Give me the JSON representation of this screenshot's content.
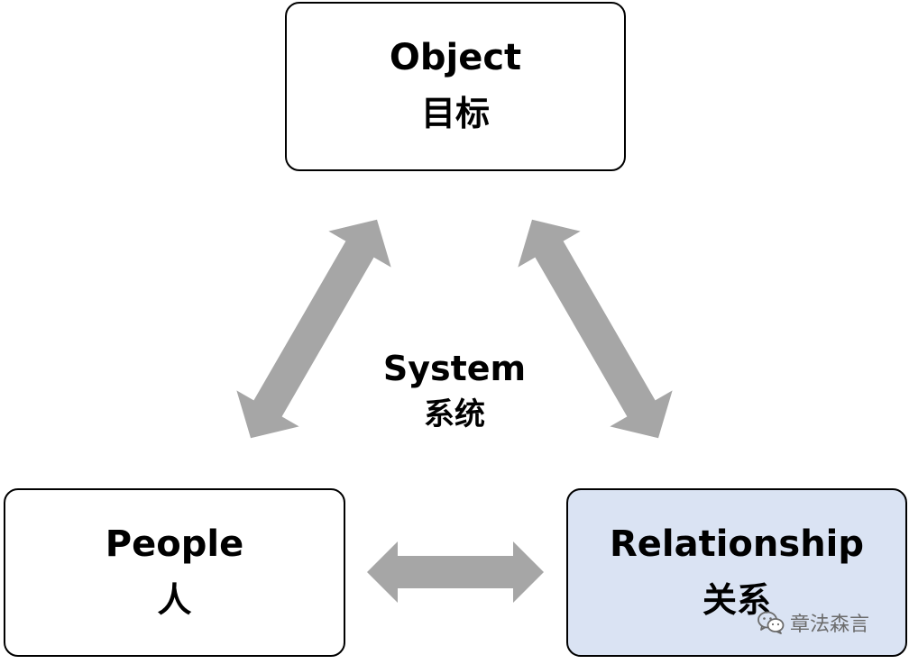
{
  "nodes": {
    "object": {
      "en": "Object",
      "zh": "目标"
    },
    "people": {
      "en": "People",
      "zh": "人"
    },
    "relationship": {
      "en": "Relationship",
      "zh": "关系"
    }
  },
  "center": {
    "en": "System",
    "zh": "系统"
  },
  "colors": {
    "box_border": "#000000",
    "box_fill": "#ffffff",
    "highlight_fill": "#dae3f3",
    "arrow": "#a6a6a6",
    "watermark": "#6b6b6b"
  },
  "watermark": {
    "text": "章法森言",
    "icon": "wechat-icon"
  }
}
